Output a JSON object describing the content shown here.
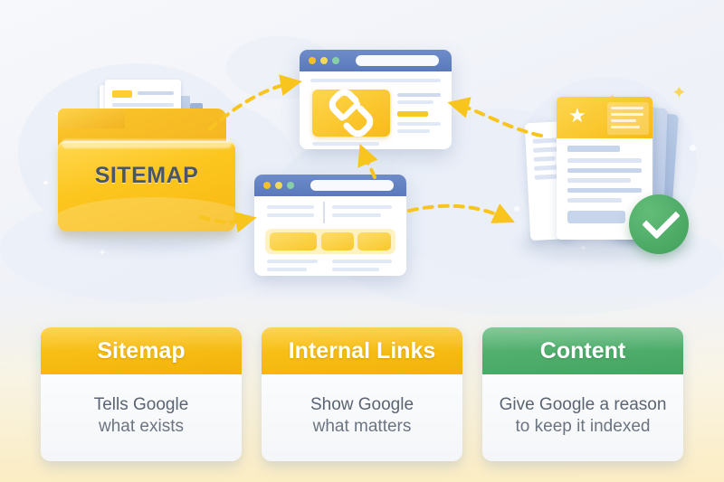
{
  "illustration": {
    "folder": {
      "label": "SITEMAP",
      "icon": "folder-icon",
      "color": "#fcc61f"
    },
    "browser_top": {
      "icon": "chain-link-icon",
      "chrome_color": "#5a79bb"
    },
    "browser_bottom": {
      "icon": "browser-window-icon",
      "chrome_color": "#5a79bb"
    },
    "documents": {
      "icon": "document-stack-icon",
      "badge_icon": "star-icon",
      "status_icon": "green-check-icon",
      "status_color": "#4dac6a"
    },
    "arrows": [
      {
        "name": "folder-to-links-arrow",
        "from": "sitemap-folder",
        "to": "browser-top"
      },
      {
        "name": "folder-to-page-arrow",
        "from": "sitemap-folder",
        "to": "browser-bottom"
      },
      {
        "name": "page-to-links-arrow",
        "from": "browser-bottom",
        "to": "browser-top"
      },
      {
        "name": "content-to-links-arrow",
        "from": "documents",
        "to": "browser-top"
      },
      {
        "name": "page-to-content-arrow",
        "from": "browser-bottom",
        "to": "documents"
      }
    ],
    "arrow_color": "#f8c51f"
  },
  "cards": [
    {
      "title": "Sitemap",
      "line1": "Tells Google",
      "line2": "what exists",
      "accent": "#f6bb12",
      "theme": "yellow"
    },
    {
      "title": "Internal Links",
      "line1": "Show Google",
      "line2": "what matters",
      "accent": "#f6bb12",
      "theme": "yellow"
    },
    {
      "title": "Content",
      "line1": "Give Google a reason",
      "line2": "to keep it indexed",
      "accent": "#4dac6a",
      "theme": "green"
    }
  ]
}
